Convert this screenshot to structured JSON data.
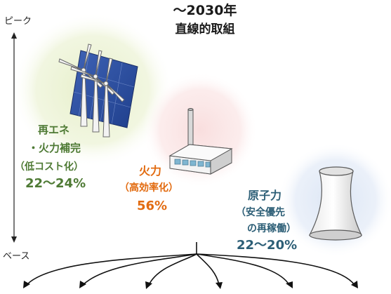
{
  "title": {
    "line1": "～2030年",
    "line2": "直線的取組"
  },
  "axis": {
    "top": "ピーク",
    "bottom": "ベース"
  },
  "renewable": {
    "line1": "再エネ",
    "line2": "・火力補完",
    "line3": "（低コスト化）",
    "share": "22～24%",
    "color": "#4e7a34"
  },
  "thermal": {
    "line1": "火力",
    "line2": "（高効率化）",
    "share": "56%",
    "color": "#e26b10"
  },
  "nuclear": {
    "line1": "原子力",
    "line2": "（安全優先",
    "line3": "の再稼働）",
    "share": "22～20%",
    "color": "#2c5e76"
  },
  "icons": [
    "wind-turbine-icon",
    "solar-panel-icon",
    "factory-icon",
    "cooling-tower-icon"
  ]
}
